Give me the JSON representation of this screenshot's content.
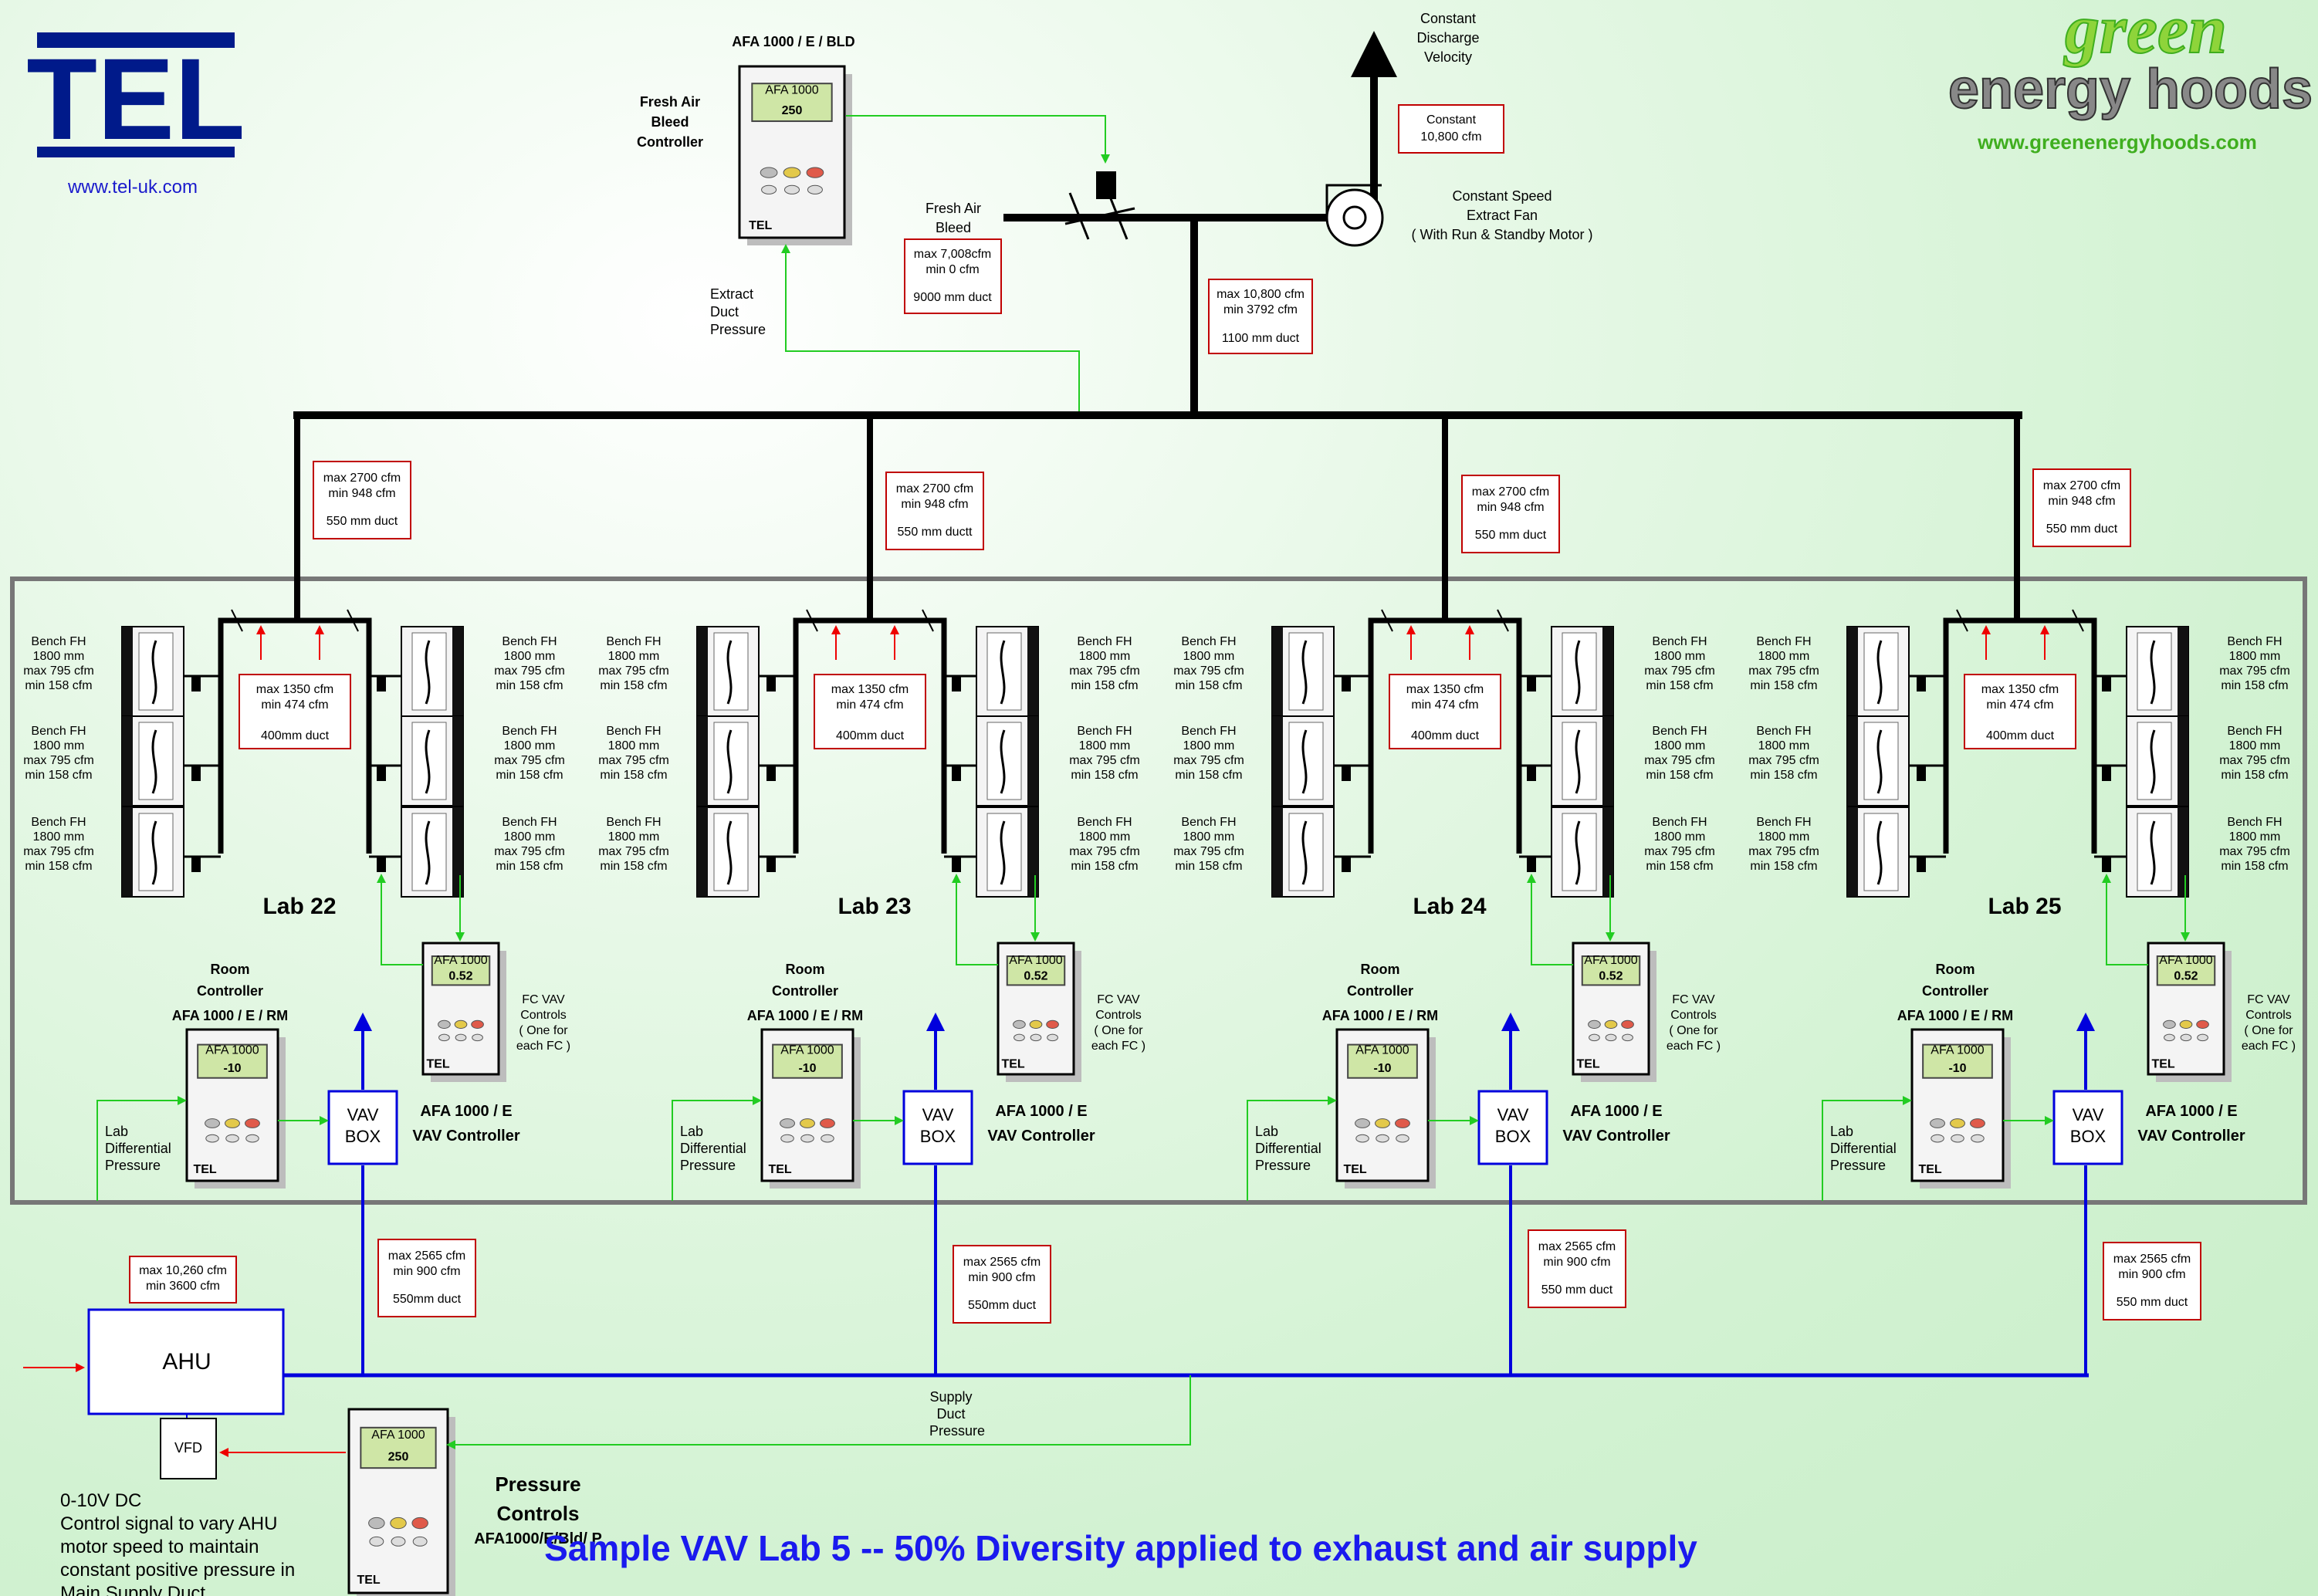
{
  "logo": {
    "tel": "TEL",
    "tel_url": "www.tel-uk.com",
    "green_word": "green",
    "hoods_word": "energy hoods",
    "green_url": "www.greenenergyhoods.com"
  },
  "top": {
    "bleed_model": "AFA 1000 / E / BLD",
    "bleed_ctrl": [
      "Fresh Air",
      "Bleed",
      "Controller"
    ],
    "fresh_air": [
      "Fresh Air",
      "Bleed"
    ],
    "fresh_box": [
      "max 7,008cfm",
      "min 0 cfm",
      "9000 mm duct"
    ],
    "extract_pressure": [
      "Extract",
      "Duct",
      "Pressure"
    ],
    "discharge": [
      "Constant",
      "Discharge",
      "Velocity"
    ],
    "const_box": [
      "Constant",
      "10,800 cfm"
    ],
    "fan": [
      "Constant Speed",
      "Extract Fan",
      "( With Run & Standby Motor )"
    ],
    "main_box": [
      "max 10,800 cfm",
      "min 3792 cfm",
      "1100 mm duct"
    ]
  },
  "branch_boxes": [
    [
      "max 2700 cfm",
      "min 948 cfm",
      "550 mm duct"
    ],
    [
      "max 2700 cfm",
      "min 948 cfm",
      "550 mm ductt"
    ],
    [
      "max 2700 cfm",
      "min 948 cfm",
      "550 mm duct"
    ],
    [
      "max 2700 cfm",
      "min 948 cfm",
      "550 mm duct"
    ]
  ],
  "labs": [
    {
      "name": "Lab 22"
    },
    {
      "name": "Lab 23"
    },
    {
      "name": "Lab 24"
    },
    {
      "name": "Lab 25"
    }
  ],
  "lab_common": {
    "bench": [
      "Bench  FH",
      "1800 mm",
      "max 795 cfm",
      "min 158 cfm"
    ],
    "inner_box": [
      "max 1350 cfm",
      "min 474 cfm",
      "400mm duct"
    ],
    "room_ctrl": [
      "Room",
      "Controller",
      "AFA 1000 / E / RM"
    ],
    "vav_box": [
      "VAV",
      "BOX"
    ],
    "vav_ctrl": [
      "AFA 1000 / E",
      "VAV Controller"
    ],
    "fc_vav": [
      "FC  VAV",
      "Controls",
      "( One for",
      "each FC )"
    ],
    "lab_diff": [
      "Lab",
      "Differential",
      "Pressure"
    ]
  },
  "device": {
    "model": "AFA 1000",
    "brand": "TEL",
    "bleed_reading": "250",
    "fc_reading": "0.52",
    "room_reading": "-10",
    "pressure_reading": "250"
  },
  "supply_boxes": [
    [
      "max 2565 cfm",
      "min 900 cfm",
      "550mm duct"
    ],
    [
      "max 2565 cfm",
      "min 900 cfm",
      "550mm duct"
    ],
    [
      "max 2565 cfm",
      "min 900 cfm",
      "550 mm duct"
    ],
    [
      "max 2565 cfm",
      "min 900 cfm",
      "550 mm duct"
    ]
  ],
  "ahu": {
    "label": "AHU",
    "box": [
      "max 10,260 cfm",
      "min 3600 cfm"
    ],
    "vfd": "VFD"
  },
  "supply_pressure": [
    "Supply",
    "Duct",
    "Pressure"
  ],
  "pressure_ctrl": [
    "Pressure",
    "Controls",
    "AFA1000/E/Bld/ P"
  ],
  "note": [
    "0-10V DC",
    "Control signal to vary AHU",
    "motor speed to maintain",
    "constant positive pressure in",
    "Main Supply Duct"
  ],
  "title": "Sample VAV Lab 5 --   50% Diversity applied to exhaust and air supply",
  "colors": {
    "exhaust": "#000000",
    "supply": "#0000dd",
    "signal": "#22cc22",
    "flow_arrow": "#ee0000",
    "title": "#1a1aee",
    "tel": "#001a8a",
    "green": "#3fae1f"
  }
}
